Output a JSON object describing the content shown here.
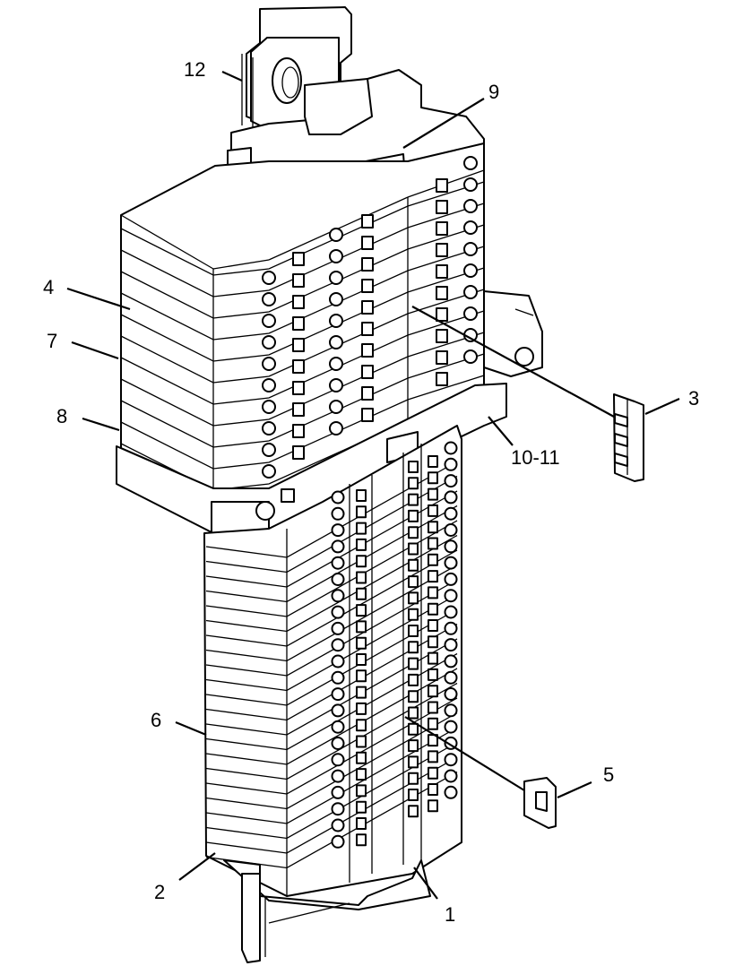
{
  "diagram": {
    "callouts": [
      {
        "id": "c12",
        "label": "12"
      },
      {
        "id": "c9",
        "label": "9"
      },
      {
        "id": "c4",
        "label": "4"
      },
      {
        "id": "c7",
        "label": "7"
      },
      {
        "id": "c8",
        "label": "8"
      },
      {
        "id": "c3",
        "label": "3"
      },
      {
        "id": "c10-11",
        "label": "10-11"
      },
      {
        "id": "c6",
        "label": "6"
      },
      {
        "id": "c5",
        "label": "5"
      },
      {
        "id": "c2",
        "label": "2"
      },
      {
        "id": "c1",
        "label": "1"
      }
    ],
    "line_color": "#000000",
    "background": "#ffffff"
  }
}
